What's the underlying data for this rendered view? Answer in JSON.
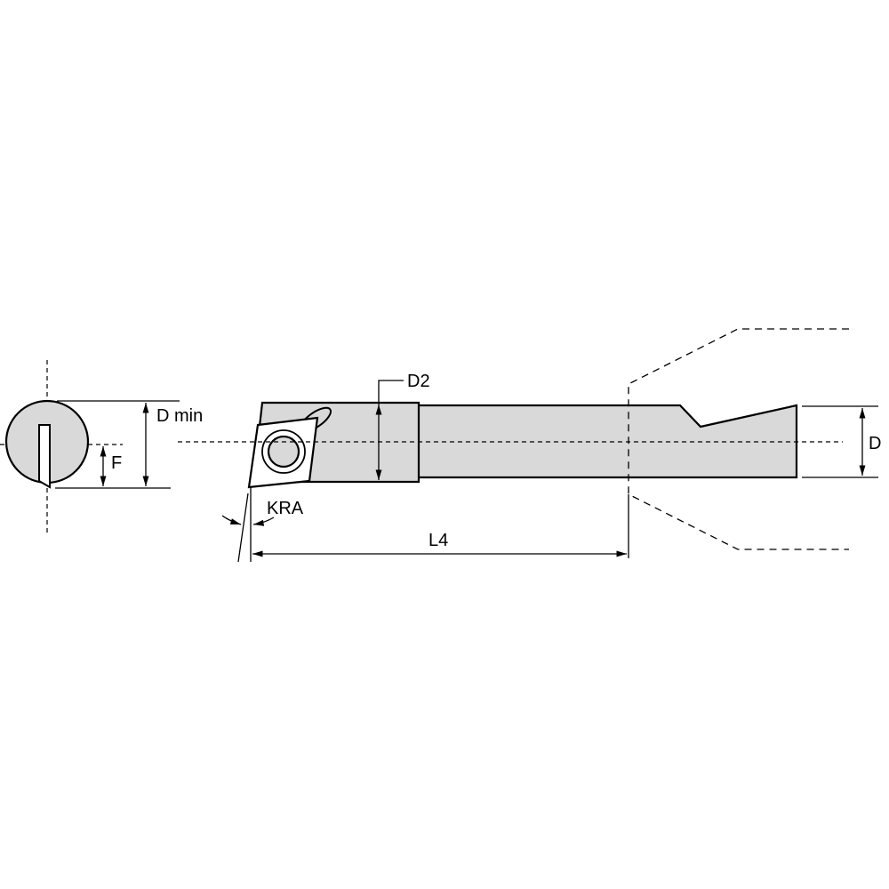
{
  "diagram": {
    "type": "technical-drawing",
    "subject": "boring bar with insert (side view and end view)",
    "colors": {
      "body_fill": "#d9d9d9",
      "line": "#000000",
      "background": "#ffffff"
    },
    "labels": {
      "d_min": "D min",
      "f": "F",
      "d2": "D2",
      "kra": "KRA",
      "l4": "L4",
      "d": "D"
    }
  }
}
